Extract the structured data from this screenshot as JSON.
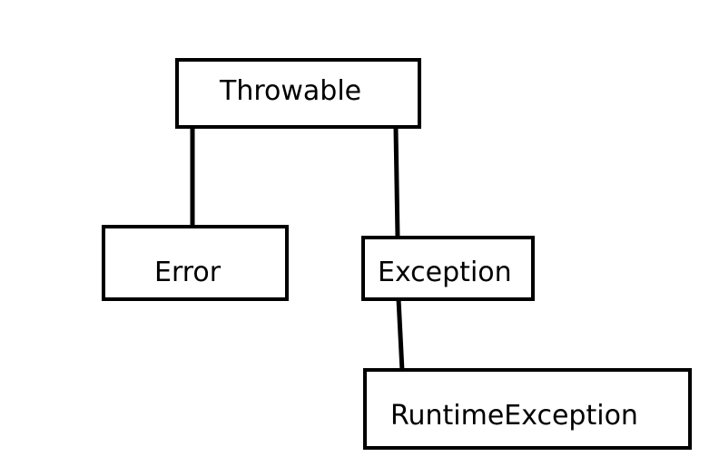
{
  "diagram": {
    "nodes": {
      "throwable": "Throwable",
      "error": "Error",
      "exception": "Exception",
      "runtime_exception": "RuntimeException"
    },
    "edges": [
      [
        "Throwable",
        "Error"
      ],
      [
        "Throwable",
        "Exception"
      ],
      [
        "Exception",
        "RuntimeException"
      ]
    ],
    "colors": {
      "stroke": "#000000",
      "background": "#ffffff"
    }
  }
}
